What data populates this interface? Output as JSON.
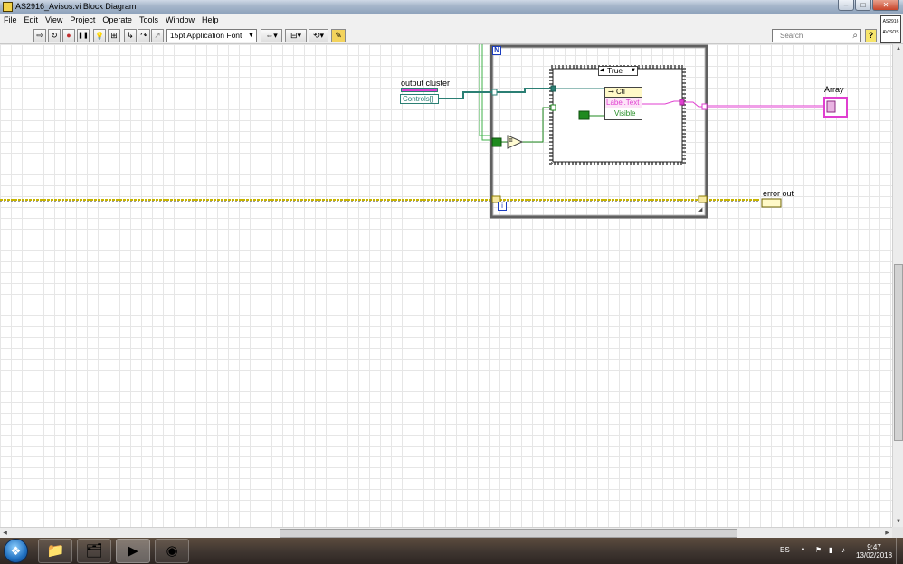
{
  "window": {
    "title": "AS2916_Avisos.vi Block Diagram",
    "caption_buttons": {
      "minimize": "–",
      "maximize": "□",
      "close": "✕"
    }
  },
  "menu": [
    "File",
    "Edit",
    "View",
    "Project",
    "Operate",
    "Tools",
    "Window",
    "Help"
  ],
  "toolbar": {
    "buttons": [
      {
        "name": "run-arrow-icon",
        "glyph": "⇨"
      },
      {
        "name": "run-continuously-icon",
        "glyph": "↻"
      },
      {
        "name": "abort-icon",
        "glyph": "●"
      },
      {
        "name": "pause-icon",
        "glyph": "❚❚"
      },
      {
        "name": "highlight-execution-icon",
        "glyph": "💡"
      },
      {
        "name": "retain-wire-values-icon",
        "glyph": "⊞"
      },
      {
        "name": "step-into-icon",
        "glyph": "↳"
      },
      {
        "name": "step-over-icon",
        "glyph": "↷"
      },
      {
        "name": "step-out-icon",
        "glyph": "↗"
      }
    ],
    "font": "15pt Application Font",
    "align_icon": "align-icon",
    "distribute_icon": "distribute-icon",
    "reorder_icon": "reorder-icon",
    "cleanup_icon": "cleanup-icon",
    "search_placeholder": "Search",
    "help": "?"
  },
  "vi_icon": {
    "top": "AS2916",
    "bottom": "AVISOS"
  },
  "diagram": {
    "output_cluster_label": "output cluster",
    "controls_label": "Controls[]",
    "for_loop_count": "N",
    "for_loop_index": "i",
    "case_selector": "True",
    "property_node_class": "Ctl",
    "property_label_text": "Label.Text",
    "property_visible": "Visible",
    "equal_glyph": "=",
    "array_label": "Array",
    "error_out_label": "error out"
  },
  "colors": {
    "cluster_wire": "#2b7f74",
    "bool_wire": "#1f8a1f",
    "string_wire": "#e03fd0",
    "error_wire": "#c7b400",
    "grid": "#e6e6e6"
  },
  "taskbar": {
    "apps": [
      "windows-explorer-icon",
      "file-manager-icon",
      "labview-icon",
      "chrome-icon"
    ],
    "language": "ES",
    "time": "9:47",
    "date": "13/02/2018"
  }
}
